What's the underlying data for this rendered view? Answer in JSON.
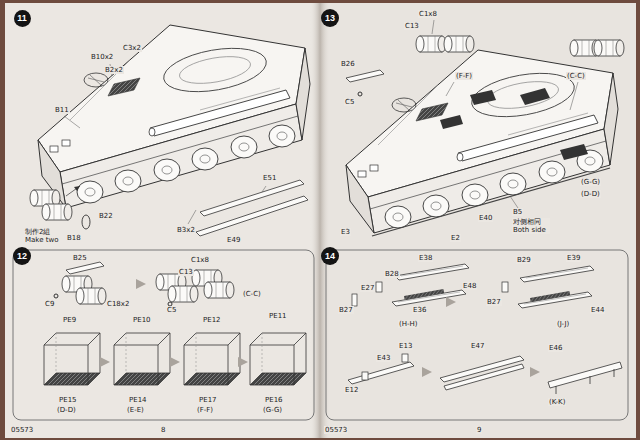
{
  "diagram": {
    "nodes": [
      {
        "text": [
          "11"
        ]
      },
      {
        "text": [
          "12"
        ]
      },
      {
        "text": [
          "13"
        ]
      },
      {
        "text": [
          "14"
        ]
      }
    ],
    "labels": [
      "B10x2",
      "C3x2",
      "B2x2",
      "B11",
      "E51",
      "B3x2",
      "E49",
      "制作2組 Make two",
      "B18",
      "B22",
      "B25",
      "C18x2",
      "C9",
      "C1x8",
      "C13",
      "C5",
      "(C-C)",
      "PE9",
      "PE10",
      "PE12",
      "PE11",
      "PE15",
      "(D-D)",
      "PE14",
      "(E-E)",
      "PE17",
      "(F-F)",
      "PE16",
      "(G-G)",
      "05573",
      "8",
      "C1x8",
      "C13",
      "B26",
      "C5",
      "(F-F)",
      "(C-C)",
      "(G-G)",
      "(D-D)",
      "E3",
      "E2",
      "E40",
      "B5",
      "对侧相同 Both side",
      "05573",
      "9",
      "E38",
      "B28",
      "E27",
      "B27",
      "E36",
      "(H-H)",
      "E48",
      "B29",
      "E39",
      "B27",
      "E44",
      "(J-J)",
      "E13",
      "E43",
      "E12",
      "E47",
      "E46",
      "(K-K)"
    ]
  }
}
